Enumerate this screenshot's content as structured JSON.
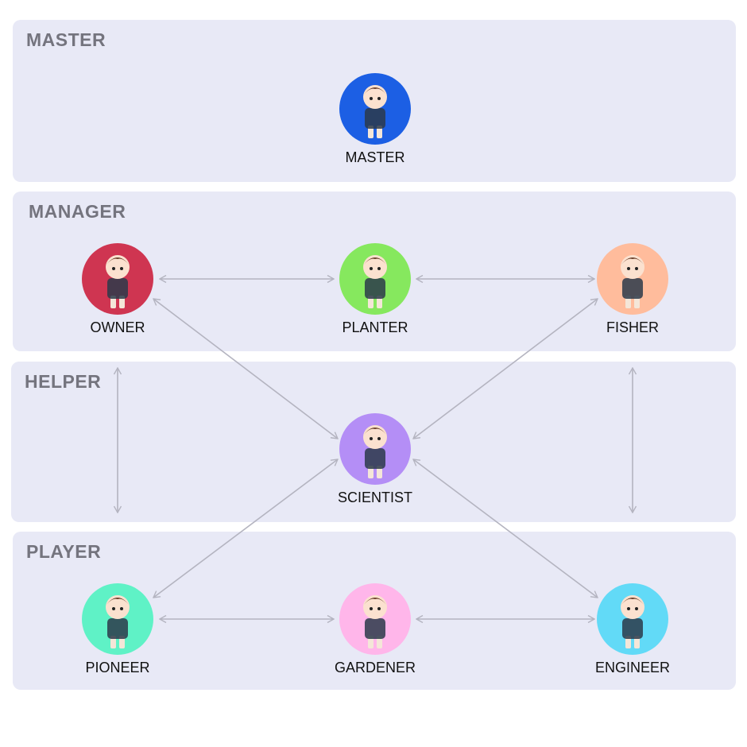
{
  "sections": {
    "master": {
      "title": "MASTER"
    },
    "manager": {
      "title": "MANAGER"
    },
    "helper": {
      "title": "HELPER"
    },
    "player": {
      "title": "PLAYER"
    }
  },
  "nodes": {
    "master": {
      "label": "MASTER",
      "color": "#1c5fe4"
    },
    "owner": {
      "label": "OWNER",
      "color": "#cf3551"
    },
    "planter": {
      "label": "PLANTER",
      "color": "#86e85e"
    },
    "fisher": {
      "label": "FISHER",
      "color": "#ffbc9c"
    },
    "scientist": {
      "label": "SCIENTIST",
      "color": "#b48ef6"
    },
    "pioneer": {
      "label": "PIONEER",
      "color": "#5ff2c6"
    },
    "gardener": {
      "label": "GARDENER",
      "color": "#ffb6ea"
    },
    "engineer": {
      "label": "ENGINEER",
      "color": "#62daf7"
    }
  },
  "colors": {
    "panel": "#e8e9f6",
    "arrow": "#b4b4c0"
  }
}
